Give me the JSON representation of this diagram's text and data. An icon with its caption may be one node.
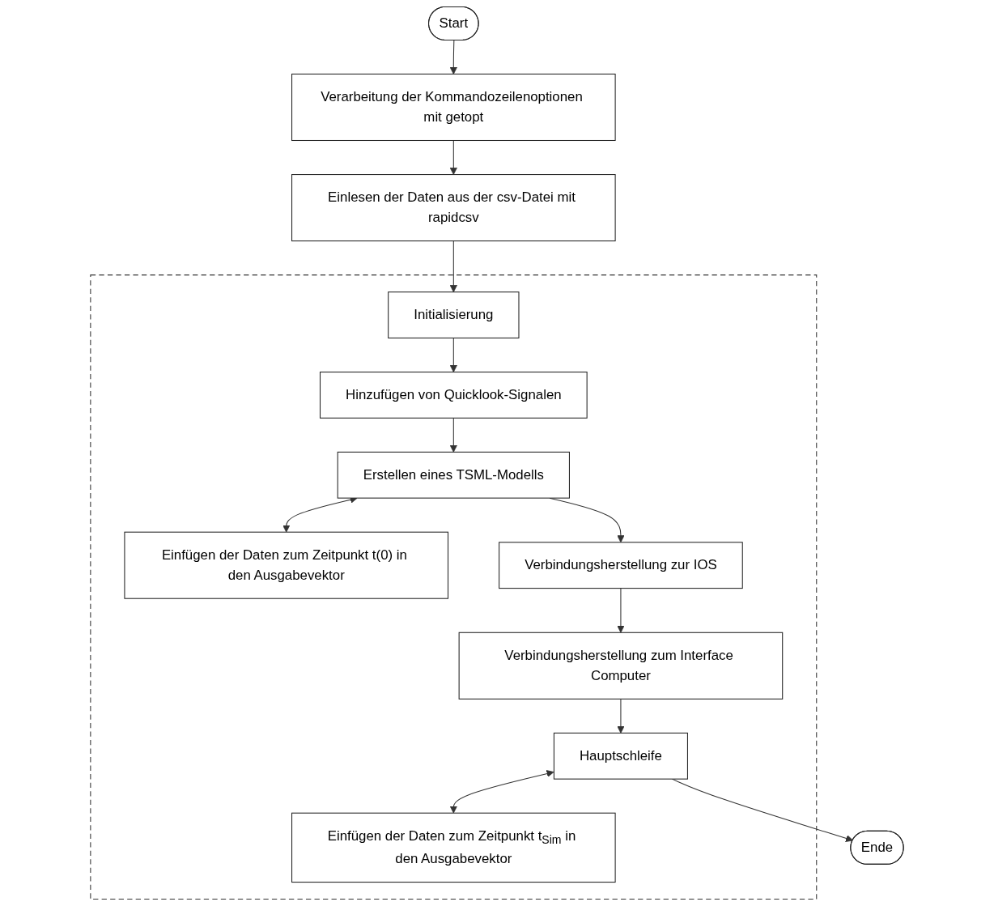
{
  "diagram": {
    "nodes": [
      {
        "text": [
          "Start"
        ]
      },
      {
        "text": [
          "Verarbeitung der Kommandozeilenoptionen mit getopt"
        ]
      },
      {
        "text": [
          "Einlesen der Daten aus der csv-Datei mit rapidcsv"
        ]
      },
      {
        "text": [],
        "shape": "box"
      },
      {
        "text": [
          "Initialisierung"
        ],
        "in": 3
      },
      {
        "text": [
          "Hinzufügen von Quicklook-Signalen"
        ],
        "in": 3
      },
      {
        "text": [
          "Erstellen eines TSML-Modells"
        ],
        "in": 3
      },
      {
        "text": [
          "Einfügen der Daten zum Zeitpunkt t(0) in den Ausgabevektor"
        ],
        "in": 3
      },
      {
        "text": [
          "Verbindungsherstellung zur IOS"
        ],
        "in": 3
      },
      {
        "text": [
          "Verbindungsherstellung zum Interface Computer"
        ],
        "in": 3
      },
      {
        "text": [
          "Hauptschleife"
        ],
        "in": 3
      },
      {
        "text": [
          "Einfügen der Daten zum Zeitpunkt t$_{Sim}$ in den Ausgabevektor"
        ],
        "in": 3
      },
      {
        "text": [
          "Ende"
        ]
      }
    ],
    "edges": [
      {
        "from": 0,
        "to": 1,
        "arrow": "to"
      },
      {
        "from": 1,
        "to": 2,
        "arrow": "to"
      },
      {
        "from": 2,
        "to": 4,
        "arrow": "to"
      },
      {
        "from": 4,
        "to": 5,
        "arrow": "to"
      },
      {
        "from": 5,
        "to": 6,
        "arrow": "to"
      },
      {
        "from": 6,
        "to": 7,
        "arrow": "both"
      },
      {
        "from": 6,
        "to": 8,
        "arrow": "to"
      },
      {
        "from": 8,
        "to": 9,
        "arrow": "to"
      },
      {
        "from": 9,
        "to": 10,
        "arrow": "to"
      },
      {
        "from": 10,
        "to": 11,
        "arrow": "both"
      },
      {
        "from": 10,
        "to": 12,
        "arrow": "to"
      }
    ]
  }
}
